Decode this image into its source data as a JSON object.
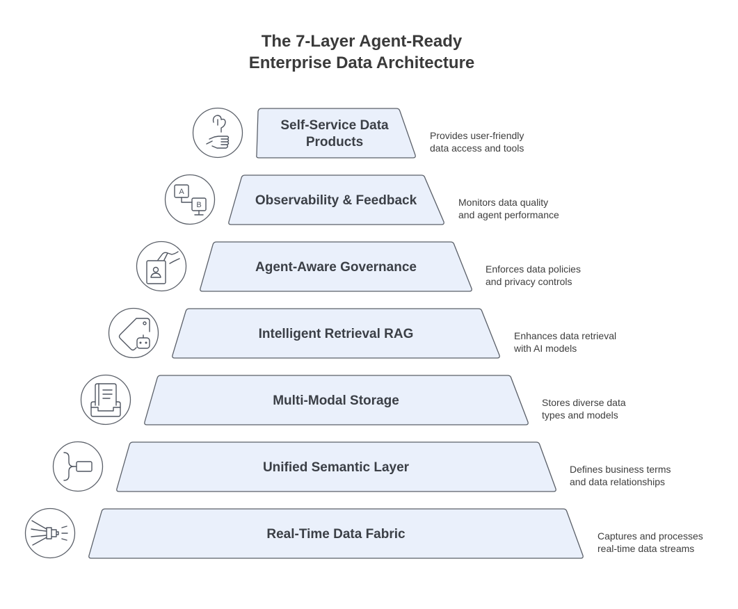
{
  "title": {
    "line1": "The 7-Layer Agent-Ready",
    "line2": "Enterprise Data Architecture"
  },
  "layers": [
    {
      "label_lines": [
        "Self-Service Data",
        "Products"
      ],
      "description_lines": [
        "Provides user-friendly",
        "data access and tools"
      ],
      "icon": "thumbs-up-wrench-icon"
    },
    {
      "label_lines": [
        "Observability & Feedback"
      ],
      "description_lines": [
        "Monitors data quality",
        "and agent performance"
      ],
      "icon": "ab-test-icon"
    },
    {
      "label_lines": [
        "Agent-Aware Governance"
      ],
      "description_lines": [
        "Enforces data policies",
        "and privacy controls"
      ],
      "icon": "id-card-hand-icon"
    },
    {
      "label_lines": [
        "Intelligent Retrieval RAG"
      ],
      "description_lines": [
        "Enhances data retrieval",
        "with AI models"
      ],
      "icon": "tag-robot-icon"
    },
    {
      "label_lines": [
        "Multi-Modal Storage"
      ],
      "description_lines": [
        "Stores diverse data",
        "types and models"
      ],
      "icon": "document-tray-icon"
    },
    {
      "label_lines": [
        "Unified Semantic Layer"
      ],
      "description_lines": [
        "Defines business terms",
        "and data relationships"
      ],
      "icon": "bracket-node-icon"
    },
    {
      "label_lines": [
        "Real-Time Data Fabric"
      ],
      "description_lines": [
        "Captures and processes",
        "real-time data streams"
      ],
      "icon": "data-stream-plug-icon"
    }
  ],
  "icon_glyphs": {
    "ab_a": "A",
    "ab_b": "B"
  },
  "colors": {
    "layer_fill": "#eaf0fb",
    "outline": "#5a5f68",
    "text": "#3b3f46"
  }
}
